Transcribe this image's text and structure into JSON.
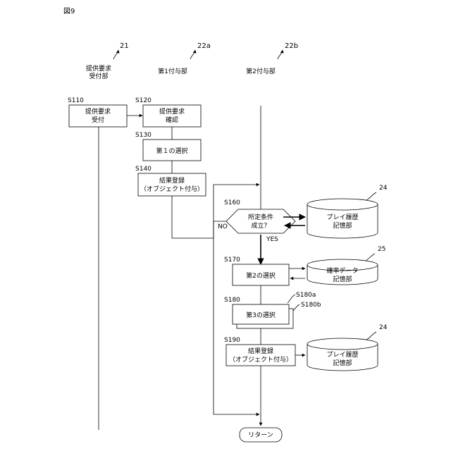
{
  "figure": {
    "label": "図9"
  },
  "lanes": {
    "l21": {
      "ref": "21",
      "line1": "提供要求",
      "line2": "受付部"
    },
    "l22a": {
      "ref": "22a",
      "line1": "第1付与部"
    },
    "l22b": {
      "ref": "22b",
      "line1": "第2付与部"
    }
  },
  "steps": {
    "s110": {
      "id": "S110",
      "line1": "提供要求",
      "line2": "受付"
    },
    "s120": {
      "id": "S120",
      "line1": "提供要求",
      "line2": "確認"
    },
    "s130": {
      "id": "S130",
      "line1": "第１の選択"
    },
    "s140": {
      "id": "S140",
      "line1": "結果登録",
      "line2": "（オブジェクト付与）"
    },
    "s160": {
      "id": "S160",
      "line1": "所定条件",
      "line2": "成立？",
      "no": "NO",
      "yes": "YES"
    },
    "s170": {
      "id": "S170",
      "line1": "第2の選択"
    },
    "s180": {
      "id": "S180",
      "id_a": "S180a",
      "id_b": "S180b",
      "line1": "第3の選択"
    },
    "s190": {
      "id": "S190",
      "line1": "結果登録",
      "line2": "（オブジェクト付与）"
    },
    "end": {
      "label": "リターン"
    }
  },
  "stores": {
    "db1": {
      "ref": "24",
      "line1": "プレイ履歴",
      "line2": "記憶部"
    },
    "db2": {
      "ref": "25",
      "line1": "確率データ",
      "line2": "記憶部"
    },
    "db3": {
      "ref": "24",
      "line1": "プレイ履歴",
      "line2": "記憶部"
    }
  }
}
